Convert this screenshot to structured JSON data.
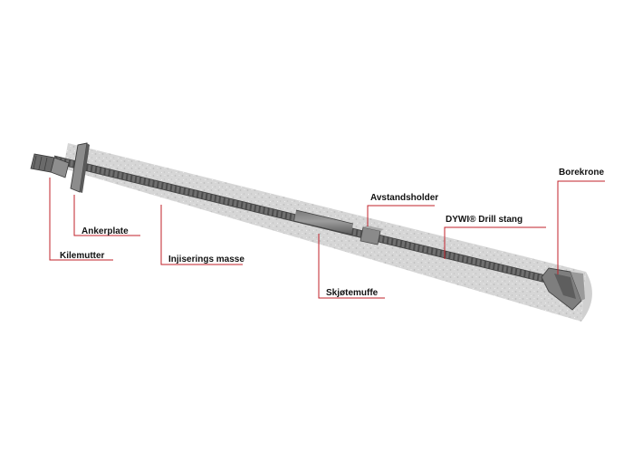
{
  "labels": {
    "kilemutter": "Kilemutter",
    "ankerplate": "Ankerplate",
    "injiserings_masse": "Injiserings masse",
    "skjotemuffe": "Skjøtemuffe",
    "avstandsholder": "Avstandsholder",
    "drill_stang": "DYWI® Drill stang",
    "borekrone": "Borekrone"
  },
  "colors": {
    "leader": "#c0202a",
    "grout": "#d9d9d9",
    "rod": "#6e6e6e",
    "label_text": "#111111"
  }
}
